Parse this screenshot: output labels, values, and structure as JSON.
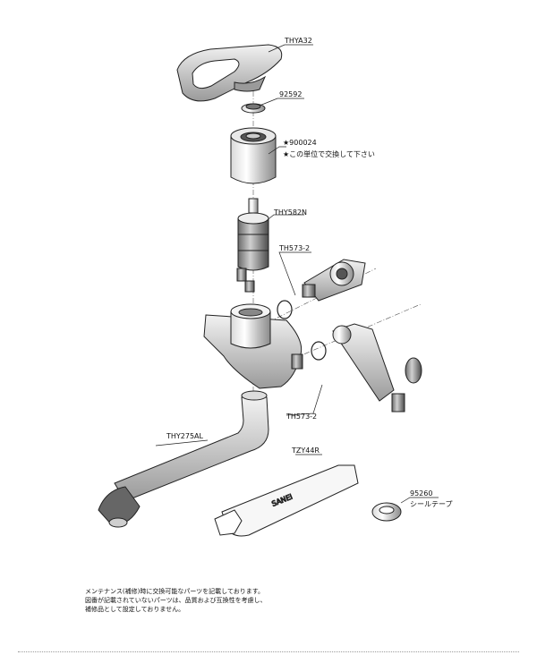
{
  "parts": [
    {
      "id": "p1",
      "label": "THYA32"
    },
    {
      "id": "p2",
      "label": "92592"
    },
    {
      "id": "p3",
      "label": "★900024"
    },
    {
      "id": "p3b",
      "label": "★この単位で交換して下さい"
    },
    {
      "id": "p4",
      "label": "THY582N"
    },
    {
      "id": "p5",
      "label": "TH573-2"
    },
    {
      "id": "p6",
      "label": "TH573-2"
    },
    {
      "id": "p7",
      "label": "THY275AL"
    },
    {
      "id": "p8",
      "label": "TZY44R"
    },
    {
      "id": "p9",
      "label": "95260"
    },
    {
      "id": "p9b",
      "label": "シールテープ"
    }
  ],
  "notes": [
    "メンテナンス(補修)時に交換可能なパーツを記載しております。",
    "図番が記載されていないパーツは、品質および互換性を考慮し、",
    "補修品として設定しておりません。"
  ]
}
